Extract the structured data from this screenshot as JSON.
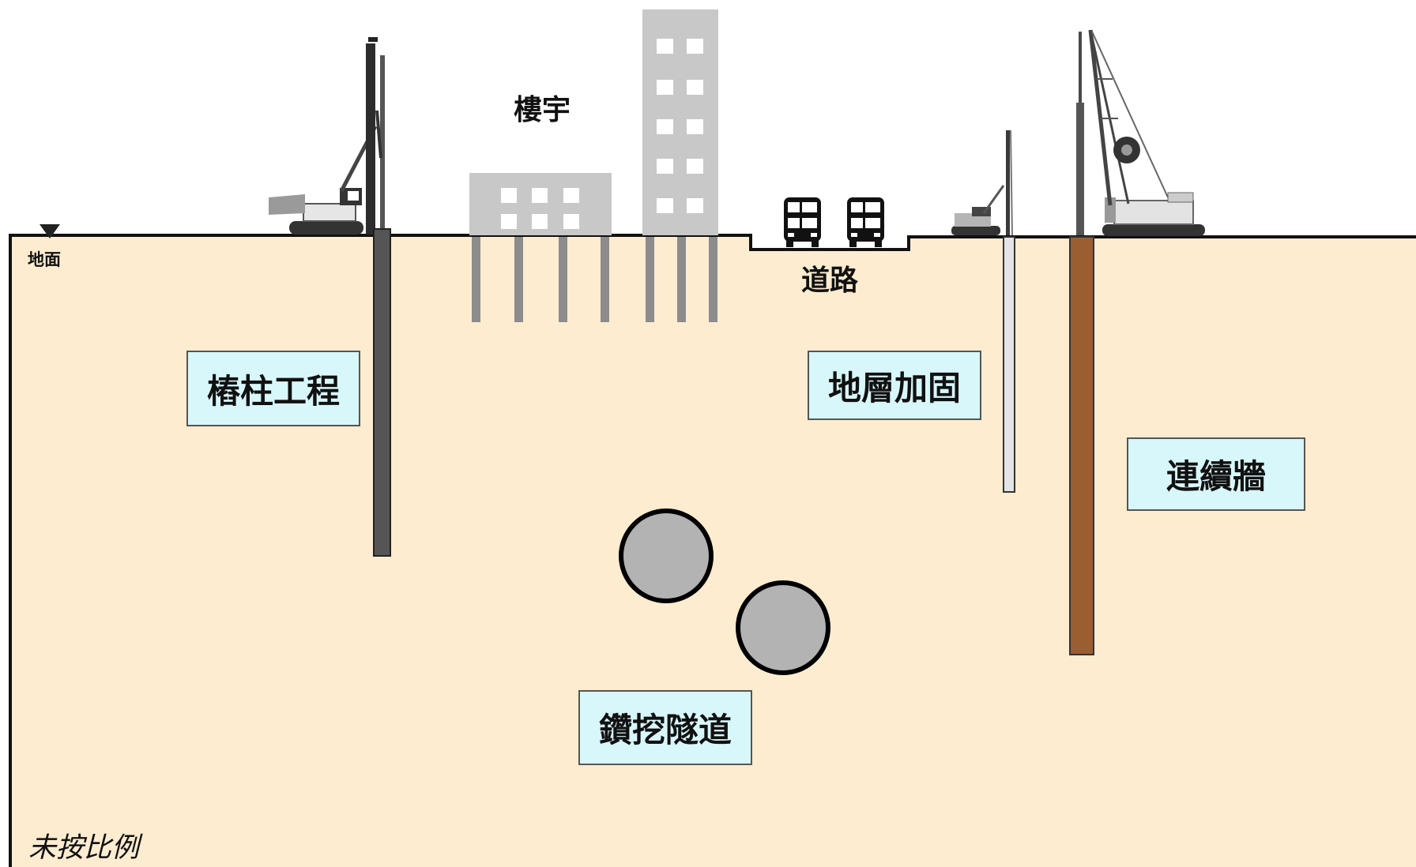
{
  "labels": {
    "building": "樓宇",
    "road": "道路",
    "ground": "地面",
    "scale_note": "未按比例"
  },
  "boxes": {
    "piling": "樁柱工程",
    "ground_treatment": "地層加固",
    "diaphragm_wall": "連續牆",
    "tunnel": "鑽挖隧道"
  },
  "colors": {
    "soil": "#fdecd0",
    "label_box": "#d8f7fb",
    "building": "#c8c8c8",
    "pile_dark": "#555555",
    "diaphragm_wall": "#9a5e30",
    "tunnel": "#b3b3b3",
    "ground_treatment_column": "#e4e4e4"
  }
}
